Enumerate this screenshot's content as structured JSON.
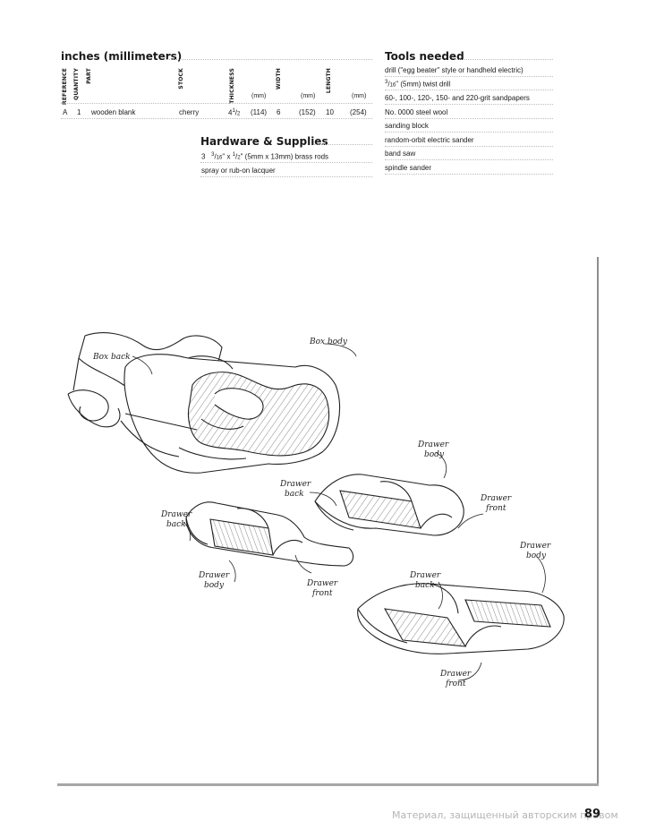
{
  "cut_list": {
    "title": "inches (millimeters)",
    "columns": {
      "reference": "REFERENCE",
      "quantity": "QUANTITY",
      "part": "PART",
      "stock": "STOCK",
      "thickness": "THICKNESS",
      "width": "WIDTH",
      "length": "LENGTH",
      "mm": "(mm)"
    },
    "row": {
      "reference": "A",
      "quantity": "1",
      "part": "wooden blank",
      "stock": "cherry",
      "thickness_whole": "4",
      "thickness_num": "1",
      "thickness_den": "2",
      "thickness_mm": "(114)",
      "width": "6",
      "width_mm": "(152)",
      "length": "10",
      "length_mm": "(254)"
    }
  },
  "hardware": {
    "title": "Hardware & Supplies",
    "item1_qty": "3",
    "item1_num1": "3",
    "item1_den1": "16",
    "item1_mid": "\" x ",
    "item1_num2": "1",
    "item1_den2": "2",
    "item1_rest": "\" (5mm x 13mm) brass rods",
    "item2": "spray or rub-on lacquer"
  },
  "tools": {
    "title": "Tools needed",
    "item1": "drill (\"egg beater\" style or handheld electric)",
    "item2_num": "3",
    "item2_den": "16",
    "item2_rest": "\" (5mm) twist drill",
    "item3": "60-, 100-, 120-, 150- and 220-grit sandpapers",
    "item4": "No. 0000 steel wool",
    "item5": "sanding block",
    "item6": "random-orbit electric sander",
    "item7": "band saw",
    "item8": "spindle sander"
  },
  "illustration": {
    "box_body": "Box body",
    "box_back": "Box back",
    "d1_body_a": "Drawer",
    "d1_body_b": "body",
    "d1_back_a": "Drawer",
    "d1_back_b": "back",
    "d1_front_a": "Drawer",
    "d1_front_b": "front",
    "d2_back_a": "Drawer",
    "d2_back_b": "back",
    "d2_body_a": "Drawer",
    "d2_body_b": "body",
    "d2_front_a": "Drawer",
    "d2_front_b": "front",
    "d3_body_a": "Drawer",
    "d3_body_b": "body",
    "d3_back_a": "Drawer",
    "d3_back_b": "back",
    "d3_front_a": "Drawer",
    "d3_front_b": "front"
  },
  "footer": {
    "watermark": "Материал, защищенный авторским правом",
    "page_number": "89"
  }
}
